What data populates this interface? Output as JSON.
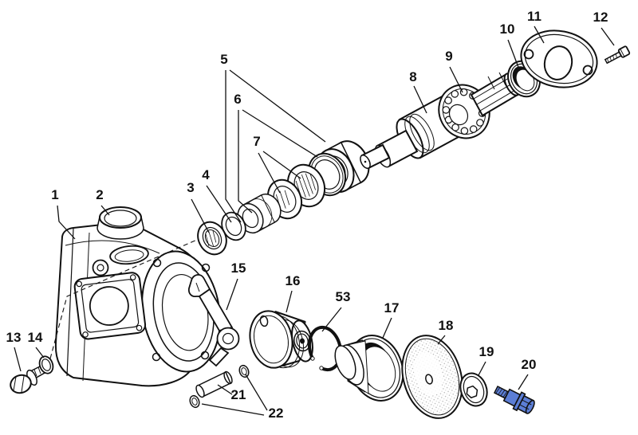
{
  "figure": {
    "background": "#ffffff",
    "line_color": "#111111",
    "highlight_color": "#5c7ed6",
    "highlighted_part_number": "20"
  },
  "part_numbers": {
    "p1": "1",
    "p2": "2",
    "p3": "3",
    "p4": "4",
    "p5": "5",
    "p6": "6",
    "p7": "7",
    "p8": "8",
    "p9": "9",
    "p10": "10",
    "p11": "11",
    "p12": "12",
    "p13": "13",
    "p14": "14",
    "p15": "15",
    "p16": "16",
    "p17": "17",
    "p18": "18",
    "p19": "19",
    "p20": "20",
    "p21": "21",
    "p22": "22",
    "p53": "53"
  }
}
